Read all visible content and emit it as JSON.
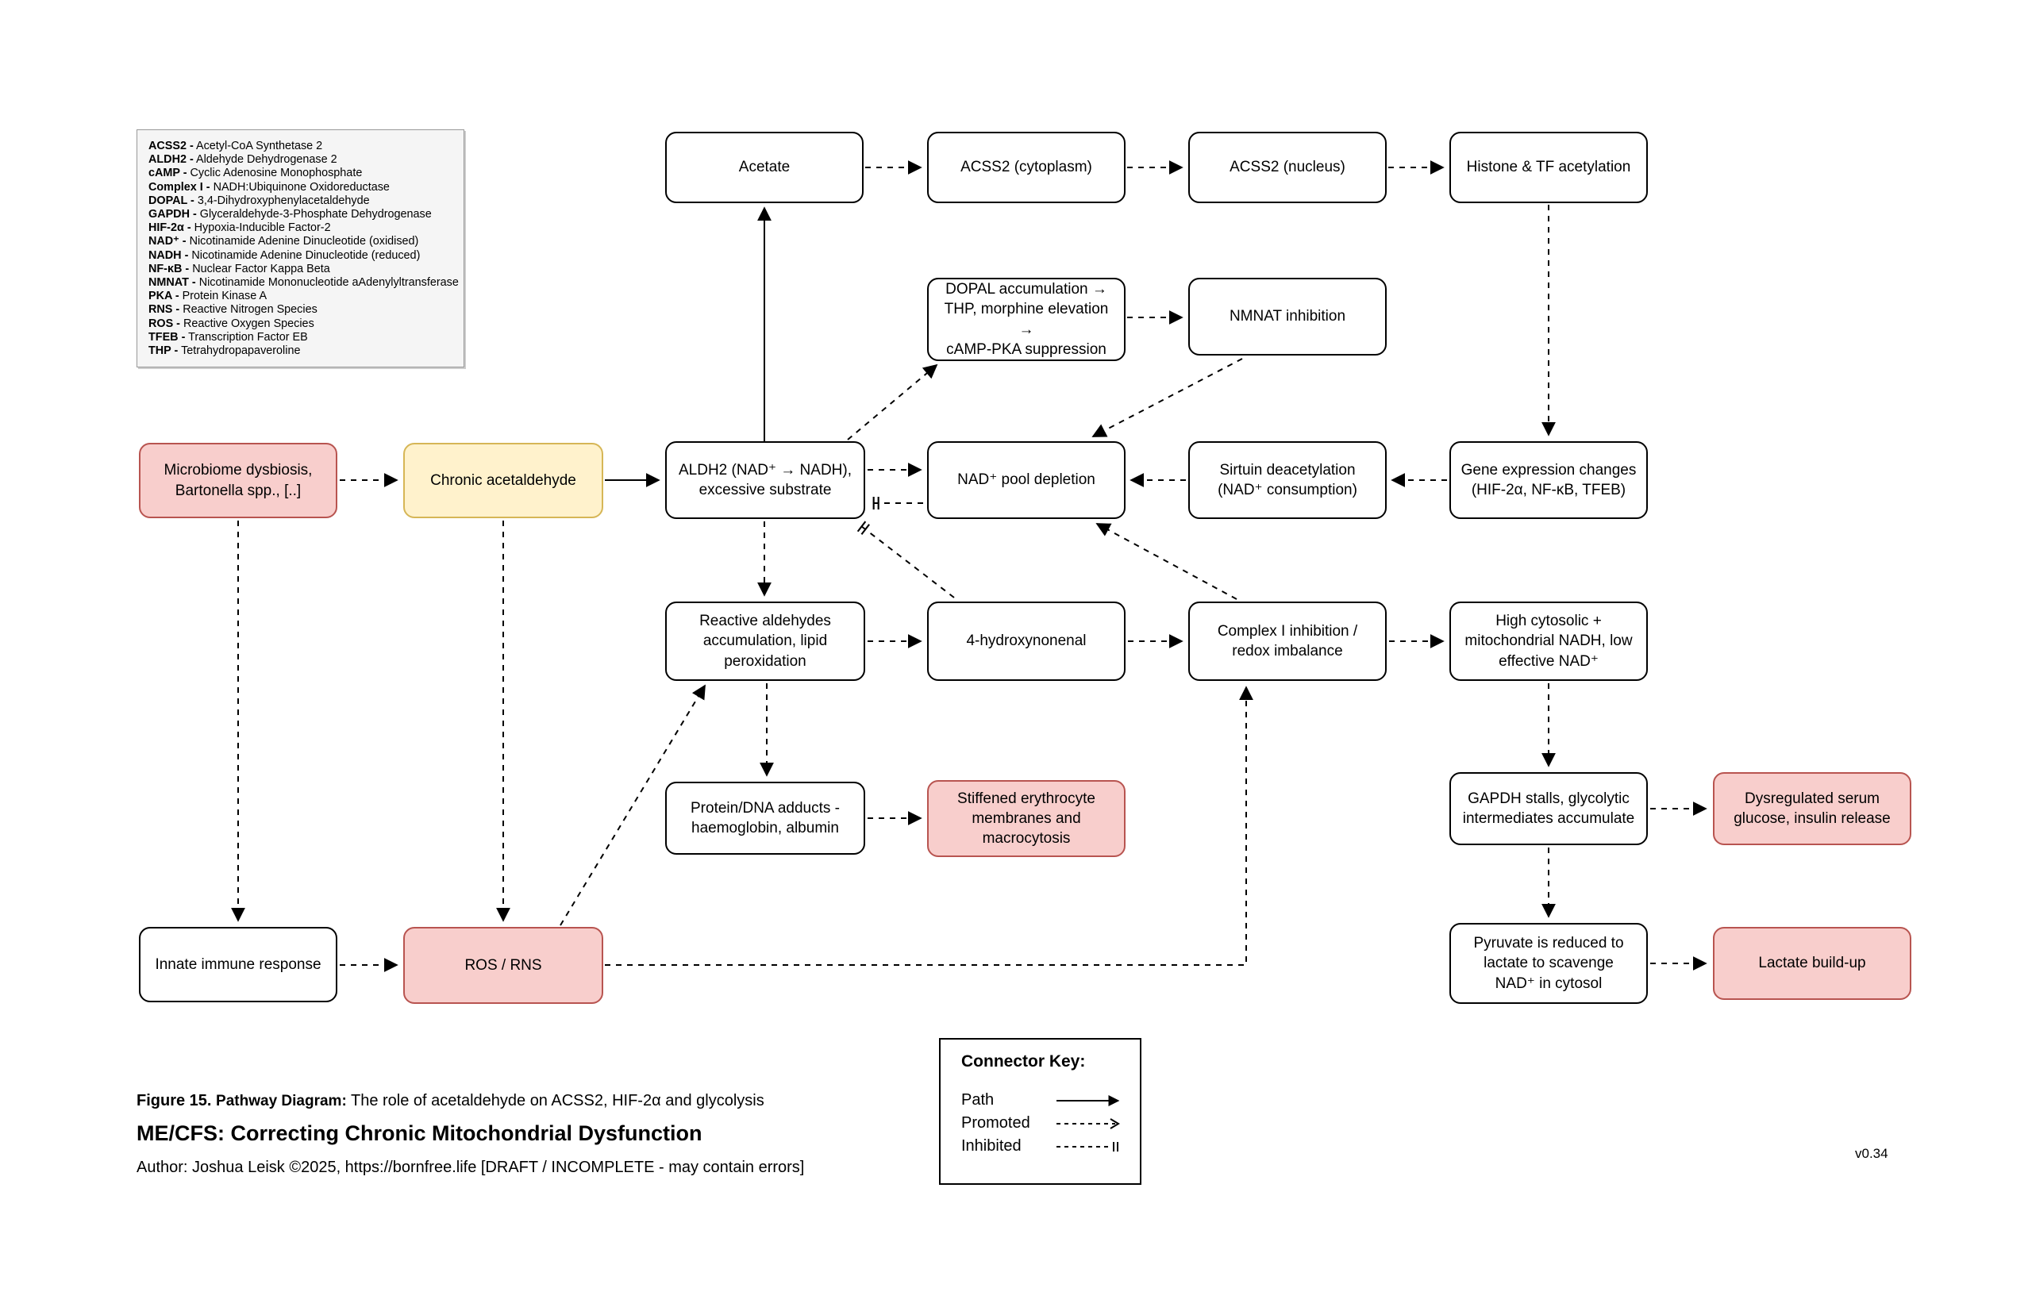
{
  "diagram": {
    "nodes": {
      "acetate": {
        "label": "Acetate"
      },
      "acss2_cyto": {
        "label": "ACSS2 (cytoplasm)"
      },
      "acss2_nuc": {
        "label": "ACSS2 (nucleus)"
      },
      "histone": {
        "label": "Histone & TF acetylation"
      },
      "dopal": {
        "label": "DOPAL accumulation →\nTHP, morphine elevation →\ncAMP-PKA suppression"
      },
      "nmnat": {
        "label": "NMNAT inhibition"
      },
      "microbiome": {
        "label": "Microbiome dysbiosis,\nBartonella spp., [..]"
      },
      "chronic": {
        "label": "Chronic acetaldehyde"
      },
      "aldh2": {
        "label": "ALDH2 (NAD⁺ → NADH),\nexcessive substrate"
      },
      "nad_pool": {
        "label": "NAD⁺ pool depletion"
      },
      "sirtuin": {
        "label": "Sirtuin deacetylation\n(NAD⁺ consumption)"
      },
      "gene_expr": {
        "label": "Gene expression changes\n(HIF-2α, NF-κB, TFEB)"
      },
      "reactive": {
        "label": "Reactive aldehydes\naccumulation, lipid\nperoxidation"
      },
      "hne": {
        "label": "4-hydroxynonenal"
      },
      "complex1": {
        "label": "Complex I inhibition /\nredox imbalance"
      },
      "high_nadh": {
        "label": "High cytosolic +\nmitochondrial NADH, low\neffective NAD⁺"
      },
      "protein_dna": {
        "label": "Protein/DNA adducts -\nhaemoglobin, albumin"
      },
      "stiffened": {
        "label": "Stiffened erythrocyte\nmembranes and\nmacrocytosis"
      },
      "gapdh": {
        "label": "GAPDH stalls, glycolytic\nintermediates accumulate"
      },
      "dysreg": {
        "label": "Dysregulated serum\nglucose, insulin release"
      },
      "innate": {
        "label": "Innate immune response"
      },
      "ros": {
        "label": "ROS / RNS"
      },
      "pyruvate": {
        "label": "Pyruvate is reduced to\nlactate to scavenge\nNAD⁺ in cytosol"
      },
      "lactate": {
        "label": "Lactate build-up"
      }
    },
    "legend": {
      "items": [
        {
          "term": "ACSS2 -",
          "desc": "Acetyl-CoA Synthetase 2"
        },
        {
          "term": "ALDH2 -",
          "desc": "Aldehyde Dehydrogenase 2"
        },
        {
          "term": "cAMP -",
          "desc": "Cyclic Adenosine Monophosphate"
        },
        {
          "term": "Complex I -",
          "desc": "NADH:Ubiquinone Oxidoreductase"
        },
        {
          "term": "DOPAL -",
          "desc": "3,4-Dihydroxyphenylacetaldehyde"
        },
        {
          "term": "GAPDH -",
          "desc": "Glyceraldehyde-3-Phosphate Dehydrogenase"
        },
        {
          "term": "HIF-2α -",
          "desc": "Hypoxia-Inducible Factor-2"
        },
        {
          "term": "NAD⁺ -",
          "desc": "Nicotinamide Adenine Dinucleotide (oxidised)"
        },
        {
          "term": "NADH -",
          "desc": "Nicotinamide Adenine Dinucleotide (reduced)"
        },
        {
          "term": "NF-κB -",
          "desc": "Nuclear Factor Kappa Beta"
        },
        {
          "term": "NMNAT -",
          "desc": "Nicotinamide Mononucleotide aAdenylyltransferase"
        },
        {
          "term": "PKA -",
          "desc": "Protein Kinase A"
        },
        {
          "term": "RNS -",
          "desc": "Reactive Nitrogen Species"
        },
        {
          "term": "ROS -",
          "desc": "Reactive Oxygen Species"
        },
        {
          "term": "TFEB -",
          "desc": "Transcription Factor EB"
        },
        {
          "term": "THP -",
          "desc": "Tetrahydropapaveroline"
        }
      ]
    },
    "key": {
      "title": "Connector Key:",
      "path_label": "Path",
      "promoted_label": "Promoted",
      "inhibited_label": "Inhibited"
    },
    "caption": {
      "figure_prefix": "Figure 15.",
      "figure_label": "Pathway Diagram:",
      "figure_text": "The role of acetaldehyde on ACSS2, HIF-2α and glycolysis",
      "title": "ME/CFS: Correcting Chronic Mitochondrial Dysfunction",
      "author": "Author: Joshua Leisk ©2025, https://bornfree.life [DRAFT / INCOMPLETE - may contain errors]"
    },
    "version": "v0.34",
    "colors": {
      "risk_fill": "#f8cecc",
      "risk_stroke": "#b85450",
      "cause_fill": "#fff2cc",
      "cause_stroke": "#d6b656",
      "node_stroke": "#000000",
      "background": "#ffffff"
    }
  }
}
